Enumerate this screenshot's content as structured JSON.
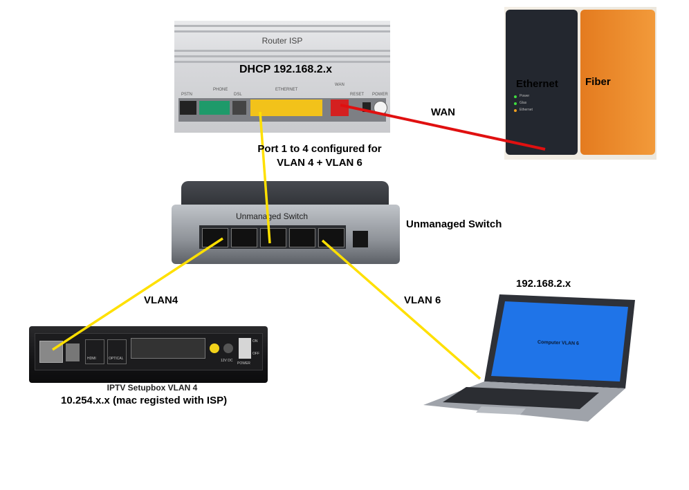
{
  "router": {
    "title": "Router ISP",
    "dhcp_label": "DHCP 192.168.2.x",
    "port_labels": [
      "PSTN",
      "PHONE",
      "DSL",
      "ETHERNET",
      "WAN",
      "RESET",
      "POWER"
    ]
  },
  "fiber": {
    "ethernet_label": "Ethernet",
    "fiber_label": "Fiber",
    "led_labels": [
      "Power",
      "Glas",
      "Ethernet"
    ]
  },
  "links": {
    "wan_label": "WAN",
    "vlan4_label": "VLAN4",
    "vlan6_label": "VLAN 6"
  },
  "port_config": {
    "line1": "Port 1 to 4 configured for",
    "line2": "VLAN 4 + VLAN 6"
  },
  "switch": {
    "face_label": "Unmanaged Switch",
    "side_label": "Unmanaged Switch"
  },
  "setupbox": {
    "caption": "IPTV Setupbox VLAN 4",
    "ip_label": "10.254.x.x (mac registed with ISP)",
    "port_labels": [
      "HDMI",
      "OPTICAL",
      "12V DC",
      "POWER",
      "ON",
      "OFF"
    ]
  },
  "laptop": {
    "ip_label": "192.168.2.x",
    "screen_text": "Computer VLAN 6"
  },
  "colors": {
    "cable_yellow": "#ffe000",
    "cable_red": "#e01010",
    "fiber_orange": "#ec8a2a",
    "ethernet_dark": "#23272f"
  }
}
